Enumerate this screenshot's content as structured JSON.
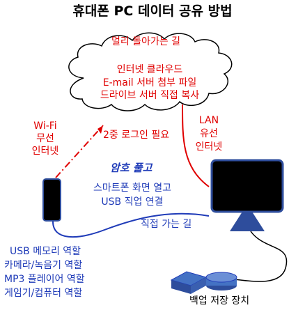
{
  "title": "휴대폰 PC 데이터 공유 방법",
  "cloud": {
    "top_label": "멀리 돌아가는 길",
    "lines": [
      "인터넷 클라우드",
      "E-mail 서버 첨부 파일",
      "드라이브 서버 직접 복사"
    ]
  },
  "wifi_label": [
    "Wi-Fi",
    "무선",
    "인터넷"
  ],
  "lan_label": [
    "LAN",
    "유선",
    "인터넷"
  ],
  "login_label": "2중 로그인 필요",
  "security_label": "암호 풀고",
  "usb_connect": [
    "스마트폰 화면 열고",
    "USB 직업 연결"
  ],
  "direct_label": "직접 가는 길",
  "roles": [
    "USB 메모리 역할",
    "카메라/녹음기 역할",
    "MP3 플레이어 역할",
    "게임기/컴퓨터 역할"
  ],
  "backup_label": "백업 저장 장치",
  "colors": {
    "red": "#e00000",
    "blue": "#1f3bb8",
    "device_fill": "#2e4d9c",
    "backup_fill": "#4472c4"
  }
}
